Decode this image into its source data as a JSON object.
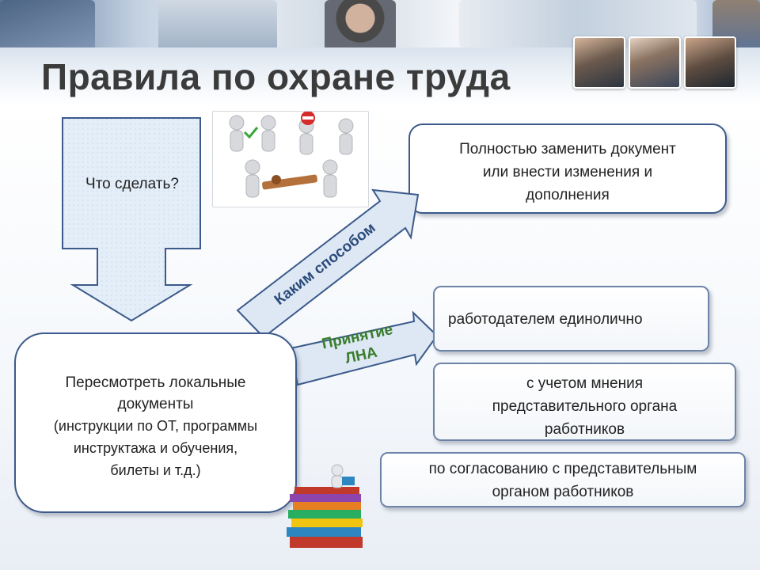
{
  "title": "Правила по охране труда",
  "arrow_box": {
    "text": "Что сделать?"
  },
  "replace_box": {
    "lines": [
      "Полностью заменить документ",
      "или внести изменения  и",
      "дополнения"
    ]
  },
  "main_box": {
    "line1": "Пересмотреть локальные",
    "line2": "документы",
    "line3": "(инструкции по ОТ, программы",
    "line4": "инструктажа и обучения,",
    "line5": "билеты и т.д.)"
  },
  "diagonal_arrow": {
    "label": "Каким способом"
  },
  "lna_arrow": {
    "line1": "Принятие",
    "line2": "ЛНА"
  },
  "options": {
    "employer": "работодателем единолично",
    "opinion": [
      "с учетом мнения",
      "представительного органа",
      "работников"
    ],
    "agreement": [
      "по согласованию с представительным",
      "органом  работников"
    ]
  },
  "colors": {
    "arrow_fill": "#e3eef8",
    "arrow_stroke": "#3c5a8a",
    "box_border": "#3c5a8a",
    "label_blue": "#2a4a7a",
    "label_green": "#3a7d2c",
    "title": "#3b3b3b"
  }
}
